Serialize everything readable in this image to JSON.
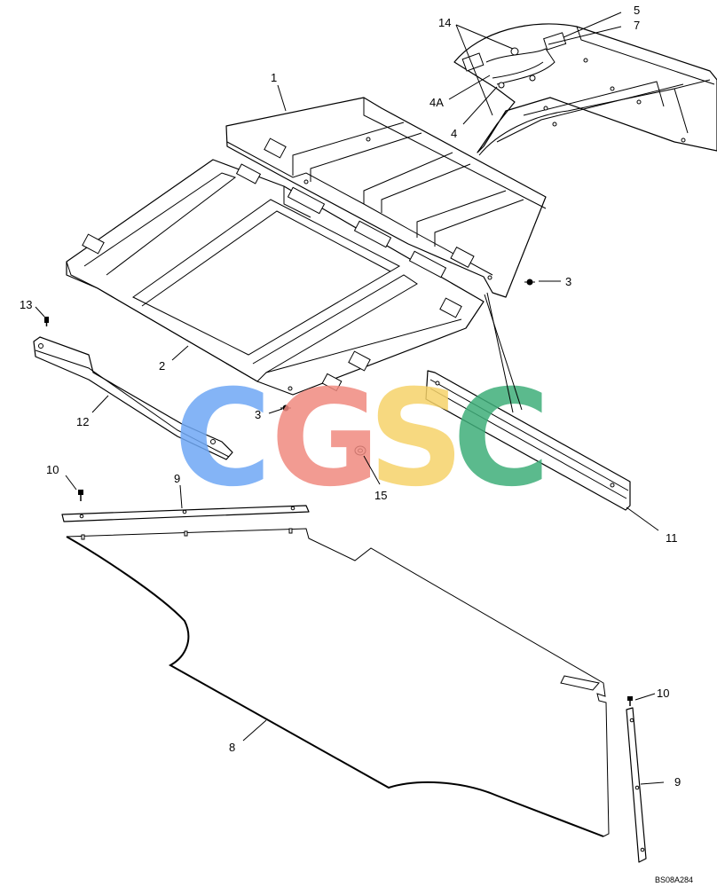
{
  "callouts": {
    "c1": "1",
    "c2": "2",
    "c3a": "3",
    "c3b": "3",
    "c4": "4",
    "c4a": "4A",
    "c5": "5",
    "c7": "7",
    "c8": "8",
    "c9a": "9",
    "c9b": "9",
    "c10a": "10",
    "c10b": "10",
    "c11": "11",
    "c12": "12",
    "c13": "13",
    "c14": "14",
    "c15": "15"
  },
  "drawing_code": "BS08A284",
  "watermark": {
    "letters": [
      "C",
      "G",
      "S",
      "C"
    ],
    "colors": [
      "#6fa8f5",
      "#f08a80",
      "#f6d36a",
      "#3fae7a"
    ]
  }
}
